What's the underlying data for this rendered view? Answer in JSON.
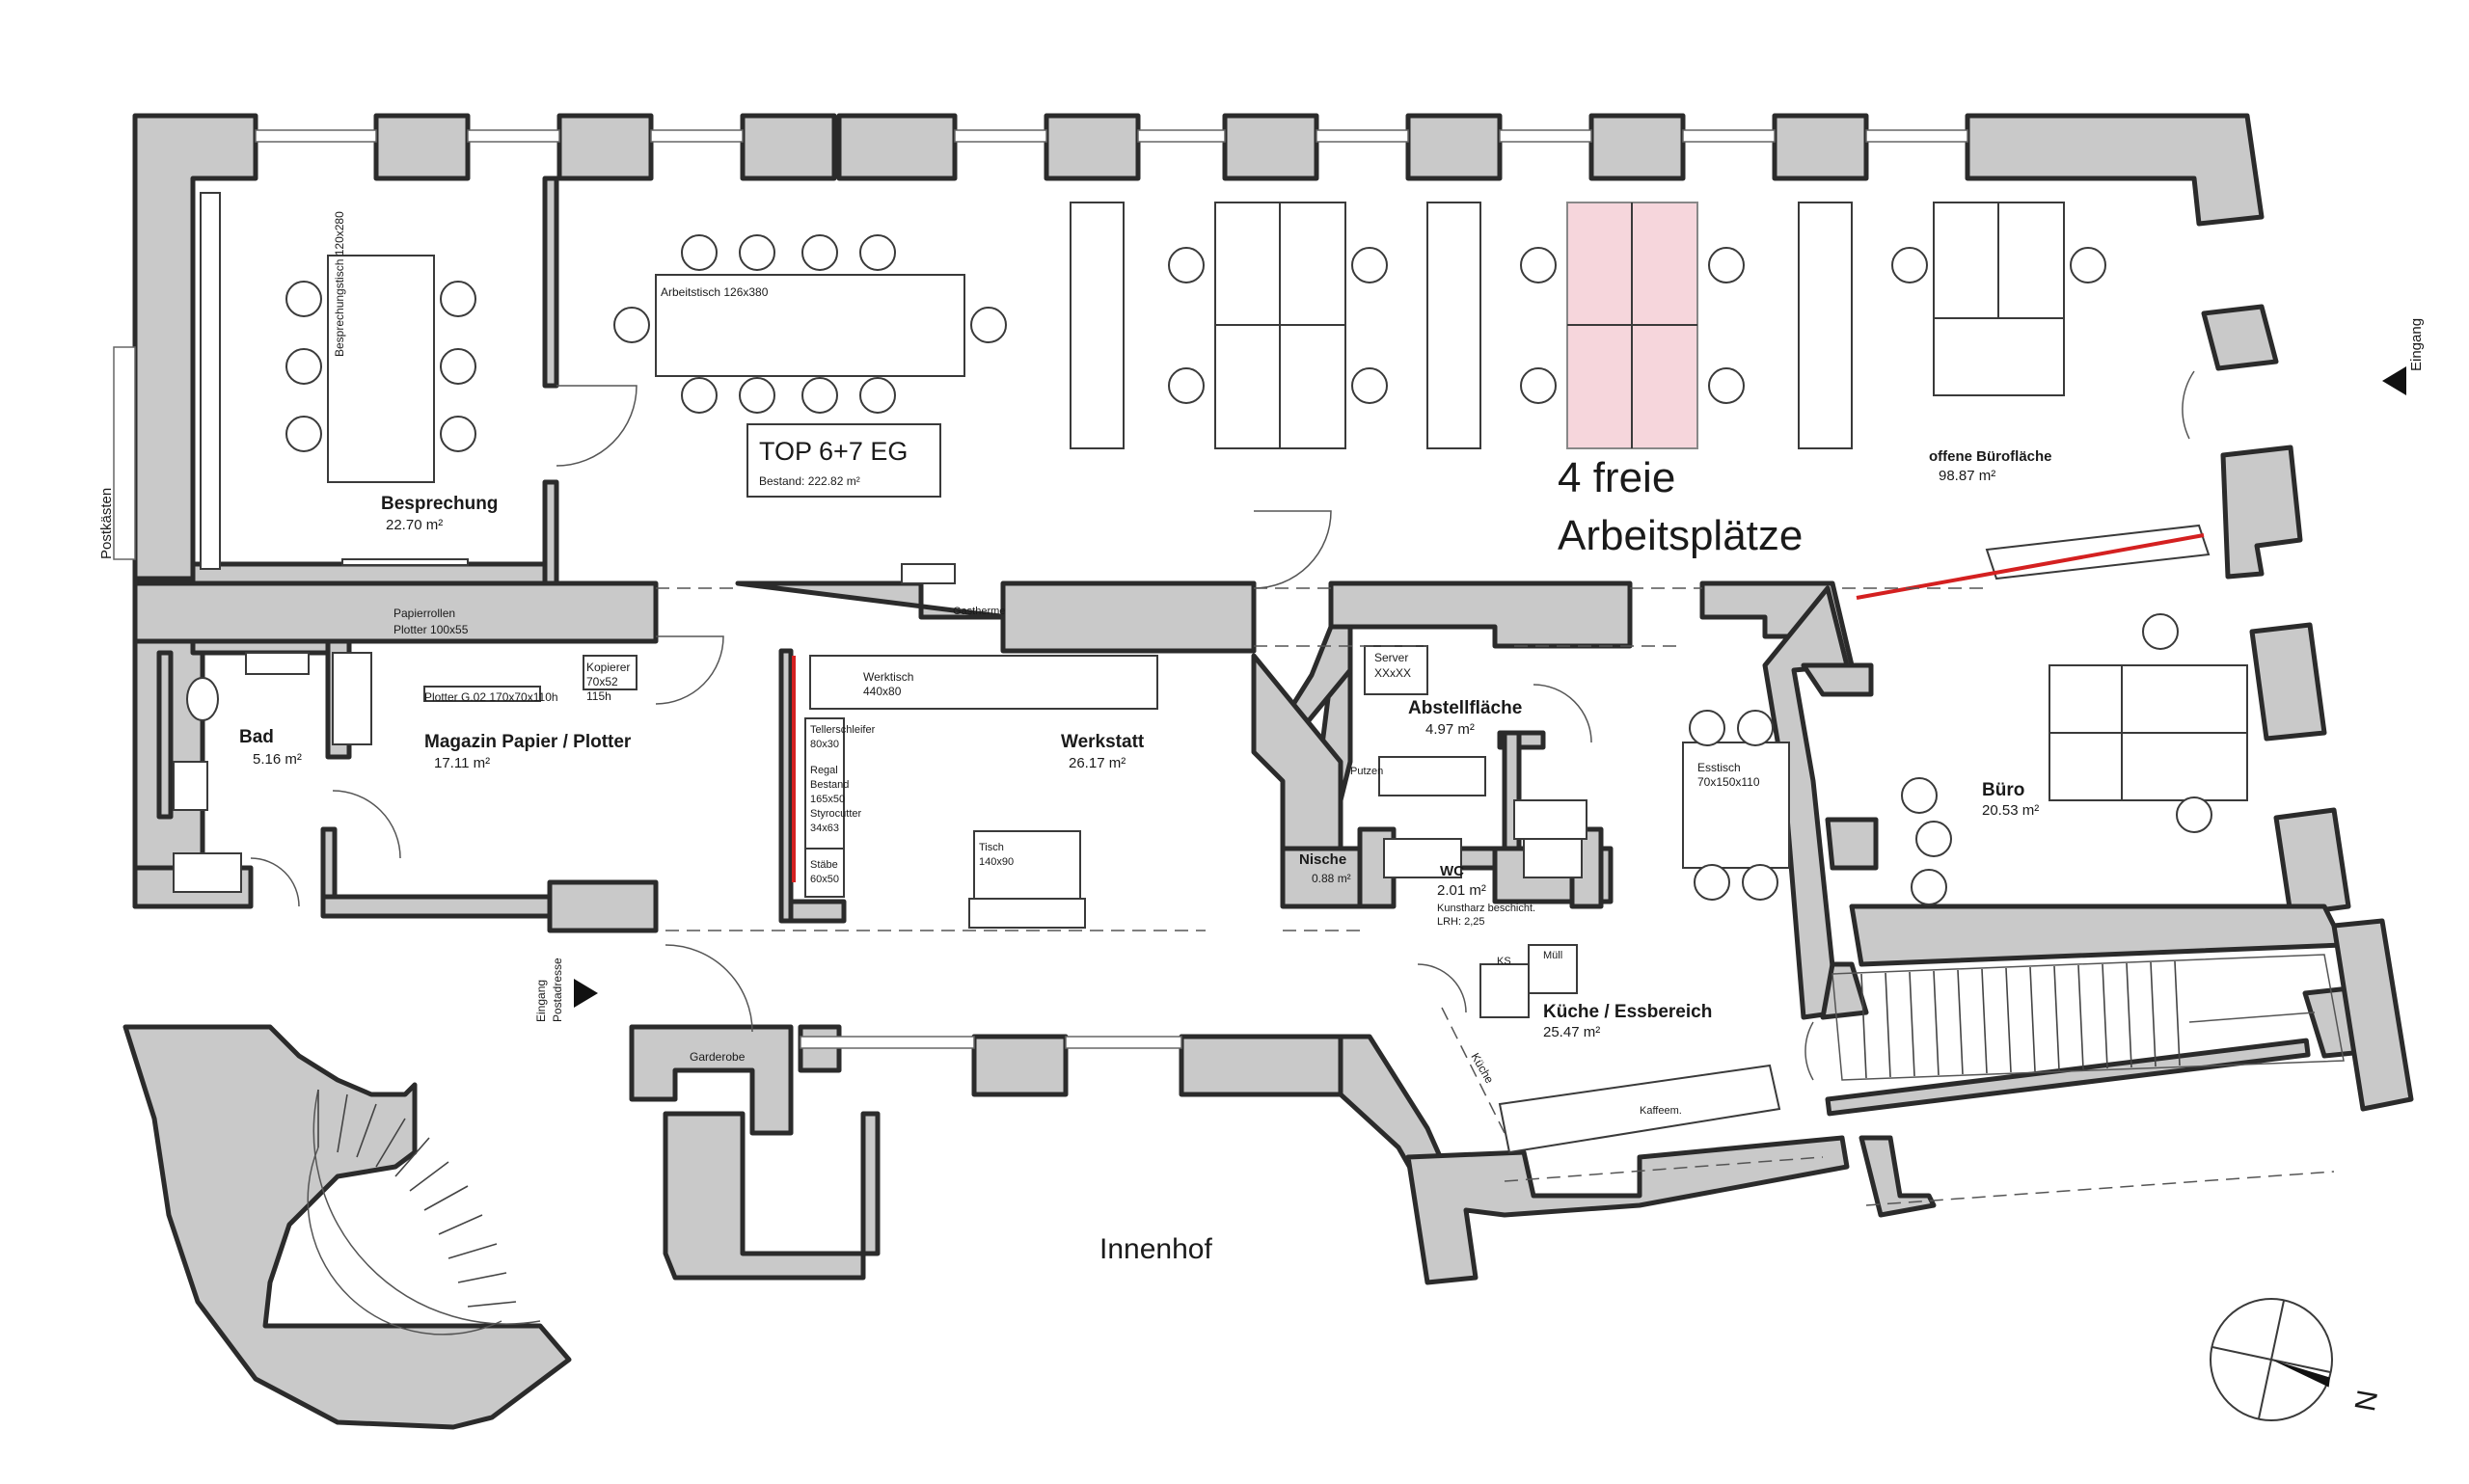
{
  "top_label": "TOP 6+7 EG",
  "top_area": "Bestand: 222.82 m²",
  "free_desks_line1": "4 freie",
  "free_desks_line2": "Arbeitsplätze",
  "courtyard": "Innenhof",
  "north_label": "N",
  "rooms": {
    "besprechung": {
      "name": "Besprechung",
      "area": "22.70 m²"
    },
    "offene_buero": {
      "name": "offene Bürofläche",
      "area": "98.87 m²"
    },
    "bad": {
      "name": "Bad",
      "area": "5.16 m²"
    },
    "magazin": {
      "name": "Magazin Papier / Plotter",
      "area": "17.11 m²"
    },
    "werkstatt": {
      "name": "Werkstatt",
      "area": "26.17 m²"
    },
    "abstell": {
      "name": "Abstellfläche",
      "area": "4.97 m²"
    },
    "nische": {
      "name": "Nische",
      "area": "0.88 m²"
    },
    "wc": {
      "name": "WC",
      "area": "2.01 m²"
    },
    "kueche": {
      "name": "Küche / Essbereich",
      "area": "25.47 m²"
    },
    "buero": {
      "name": "Büro",
      "area": "20.53 m²"
    }
  },
  "labels": {
    "postkaesten": "Postkästen",
    "besprechungstisch": "Besprechungstisch 120x280",
    "arbeitstisch": "Arbeitstisch  126x380",
    "papierrollen_1": "Papierrollen",
    "papierrollen_2": "Plotter 100x55",
    "plotter": "Plotter G.02 170x70x110h",
    "kopierer_1": "Kopierer",
    "kopierer_2": "70x52",
    "kopierer_3": "115h",
    "gastherme": "Gastherme",
    "werktisch_1": "Werktisch",
    "werktisch_2": "440x80",
    "tellerschleifer_1": "Tellerschleifer",
    "tellerschleifer_2": "80x30",
    "regal_1": "Regal",
    "regal_2": "Bestand",
    "regal_3": "165x50",
    "styrocutter_1": "Styrocutter",
    "styrocutter_2": "34x63",
    "staebe_1": "Stäbe",
    "staebe_2": "60x50",
    "tisch_1": "Tisch",
    "tisch_2": "140x90",
    "server_1": "Server",
    "server_2": "XXxXX",
    "putzen": "Putzen",
    "kunstharz_1": "Kunstharz beschicht.",
    "kunstharz_2": "LRH: 2,25",
    "ks": "KS",
    "muell": "Müll",
    "kueche_tag": "Küche",
    "esstisch_1": "Esstisch",
    "esstisch_2": "70x150x110",
    "eingang_1": "Eingang",
    "eingang_2": "Postadresse",
    "eingang_east": "Eingang",
    "garderobe": "Garderobe",
    "kaffee": "Kaffeem."
  }
}
